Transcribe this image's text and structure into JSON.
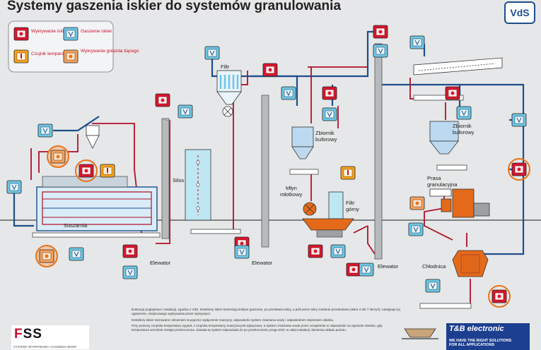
{
  "title": "Systemy gaszenia iskier do systemów granulowania",
  "badge": "VdS",
  "legend": {
    "detector": "Wykrywanie iskier",
    "extinguisher": "Gaszenie iskier",
    "temp_sensor": "Czujnik temperatury",
    "glow_detector": "Wykrywanie gniazda tlącego"
  },
  "labels": {
    "filtr": "Filtr",
    "silos": "Silos",
    "suszarnia": "Suszarnia",
    "elevator1": "Elewator",
    "elevator2": "Elewator",
    "elevator3": "Elewator",
    "zbiornik1_a": "Zbiornik",
    "zbiornik1_b": "buforowy",
    "zbiornik2_a": "Zbiornik",
    "zbiornik2_b": "buforowy",
    "mlyn_a": "Młyn",
    "mlyn_b": "młotkowy",
    "filtr_gorny_a": "Filtr",
    "filtr_gorny_b": "górny",
    "prasa_a": "Prasa",
    "prasa_b": "granulacyjna",
    "chlodnica": "Chłodnica"
  },
  "notes": [
    "Ilustracja poglądowa i instalacji, zgodna z VdS. Detektory iskier kontrolują kolejne gaszenie, po przesłaniu iskry, a jeśli przez iskry zostanie przedostana (iskra 4 lub 7 skrzyń), następuje jej ugaszenie, miejscowego wykrywania przez wykrywacz.",
    "Detektory iskier sterowane ciśnieniem   ●  poprzez wyłączenie maszyny, odpowiedni system zraszania wody i odpowiednim stężeniem obiektu.",
    "Przy pomocy czujnika temperatury sygnał, z czujnika temperatury maszyna jest wyłączana, a system zraszania woda przez urządzenie w odpowiedzi na ogrzanie obiektu, gdy temperatura wzrośnie zostaje przekroczona. Zasada ta system odpowiada do po przekroczeniu progu ESC w całej instalacji, tłumienia układu pożaru."
  ],
  "fss": {
    "logo_a": "F",
    "logo_b": "SS",
    "sub": "SYSTEMY WYKRYWANIA I GASZENIA ISKIER"
  },
  "tb": {
    "name": "T&B electronic",
    "tag_a": "WE HAVE THE RIGHT SOLUTIONS",
    "tag_b": "FOR ALL APPLICATIONS"
  },
  "colors": {
    "pipe_blue": "#1e4e8c",
    "pipe_red": "#b0102a",
    "detector_red": "#d9172f",
    "extinguisher_blue": "#6ec6e6",
    "temp_orange": "#f7a21b",
    "glow_orange": "#e8731a",
    "machine_orange": "#e46a1a",
    "silo_cyan": "#bfe6f3",
    "equipment_blue": "#bcd9ef",
    "machine_grey": "#9ea1a4"
  }
}
